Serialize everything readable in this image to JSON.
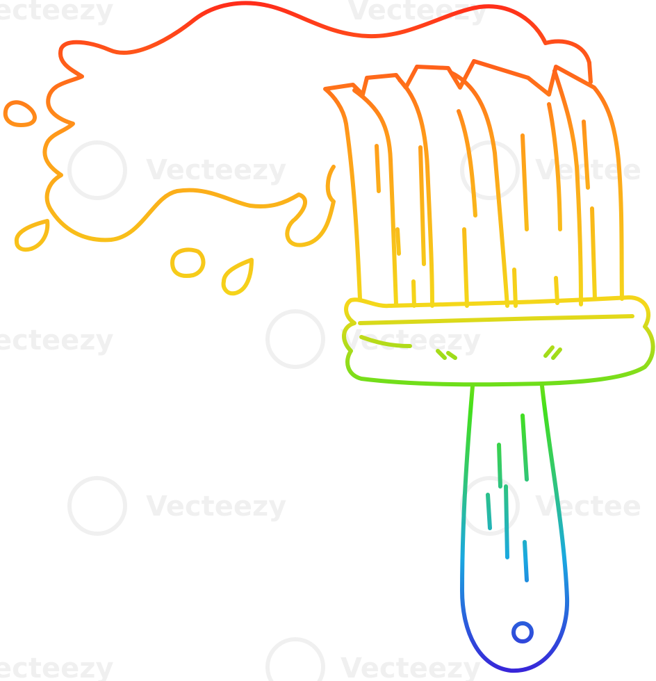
{
  "illustration": {
    "subject": "cartoon paint brush with paint splash",
    "style": "rainbow gradient line art",
    "gradient_colors": [
      "#ff2a1a",
      "#ff9a1a",
      "#f4d81a",
      "#44e01a",
      "#1aa8e0",
      "#3a1ad8"
    ]
  },
  "watermark": {
    "text": "Vecteezy",
    "text_partial_left": "ecteezy",
    "text_partial_right": "Vectee"
  }
}
